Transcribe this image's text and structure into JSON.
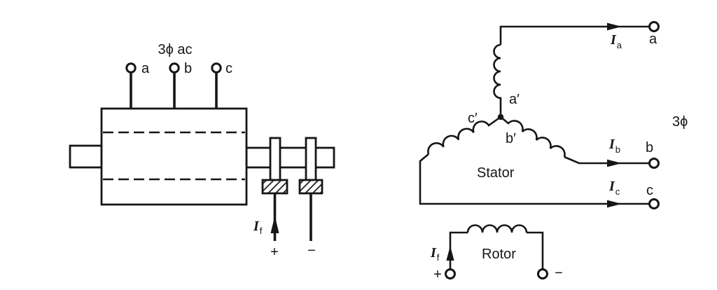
{
  "machine": {
    "supply_label": "3ϕ ac",
    "terminals": [
      "a",
      "b",
      "c"
    ],
    "field": {
      "symbol": "I",
      "sub": "f",
      "plus": "+",
      "minus": "−"
    }
  },
  "circuit": {
    "three_phase_label": "3ϕ",
    "stator_label": "Stator",
    "rotor_label": "Rotor",
    "phases": [
      {
        "current_symbol": "I",
        "current_sub": "a",
        "terminal": "a",
        "winding": "a′"
      },
      {
        "current_symbol": "I",
        "current_sub": "b",
        "terminal": "b",
        "winding": "b′"
      },
      {
        "current_symbol": "I",
        "current_sub": "c",
        "terminal": "c",
        "winding": "c′"
      }
    ],
    "field": {
      "symbol": "I",
      "sub": "f",
      "plus": "+",
      "minus": "−"
    }
  },
  "colors": {
    "ink": "#161616",
    "paper": "#ffffff"
  }
}
